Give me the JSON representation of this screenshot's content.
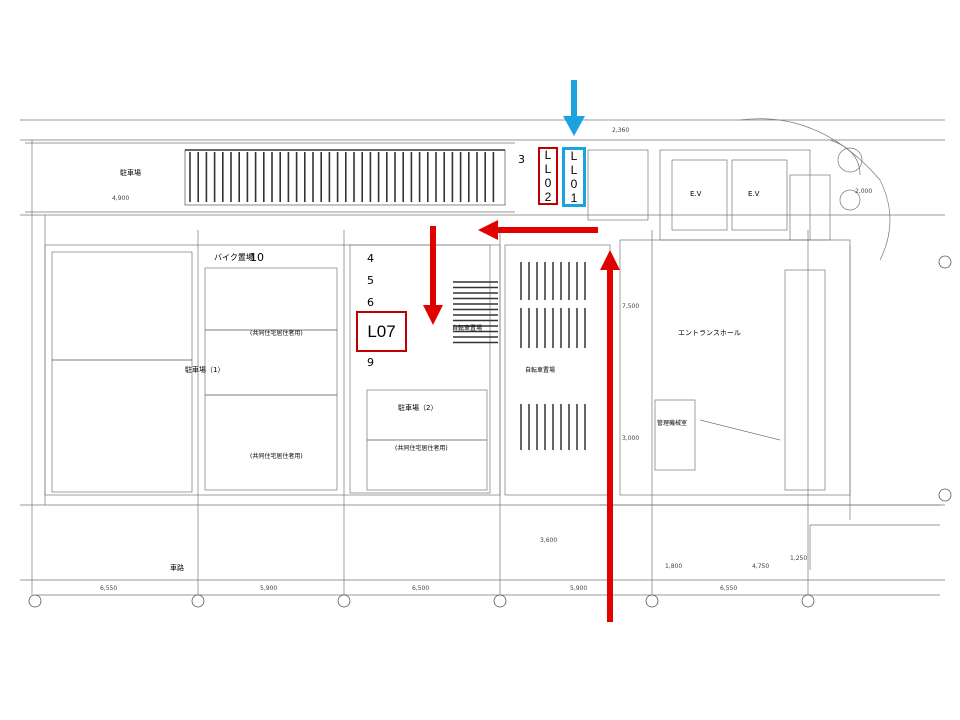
{
  "labels": {
    "l07": "L07",
    "ll01": [
      "L",
      "L",
      "0",
      "1"
    ],
    "ll02": [
      "L",
      "L",
      "0",
      "2"
    ],
    "n3": "3",
    "n4": "4",
    "n5": "5",
    "n6": "6",
    "n9": "9",
    "n10": "10",
    "bike": "バイク置場",
    "entrance": "エントランスホール",
    "parking2": "駐車場（2）",
    "parking1": "駐車場（1）",
    "bicycle1": "自転車置場",
    "bicycle2": "自転車置場",
    "mgmt": "管理機械室",
    "roadway": "車路",
    "ev1": "E.V",
    "ev2": "E.V",
    "common_use1": "(共同住宅居住者用)",
    "common_use2": "(共同住宅居住者用)",
    "common_use3": "(共同住宅居住者用)",
    "dim_2360": "2,360",
    "dim_4900": "4,900",
    "dim_6550a": "6,550",
    "dim_5900": "5,900",
    "dim_6500": "6,500",
    "dim_5900b": "5,900",
    "dim_6550b": "6,550",
    "dim_3600": "3,600",
    "dim_4750": "4,750",
    "dim_1800": "1,800",
    "dim_1250": "1,250",
    "dim_7500": "7,500",
    "dim_3000": "3,000",
    "dim_2000": "2,000"
  },
  "colors": {
    "route_red": "#e00000",
    "route_blue": "#1aa3df",
    "line": "#555555"
  }
}
